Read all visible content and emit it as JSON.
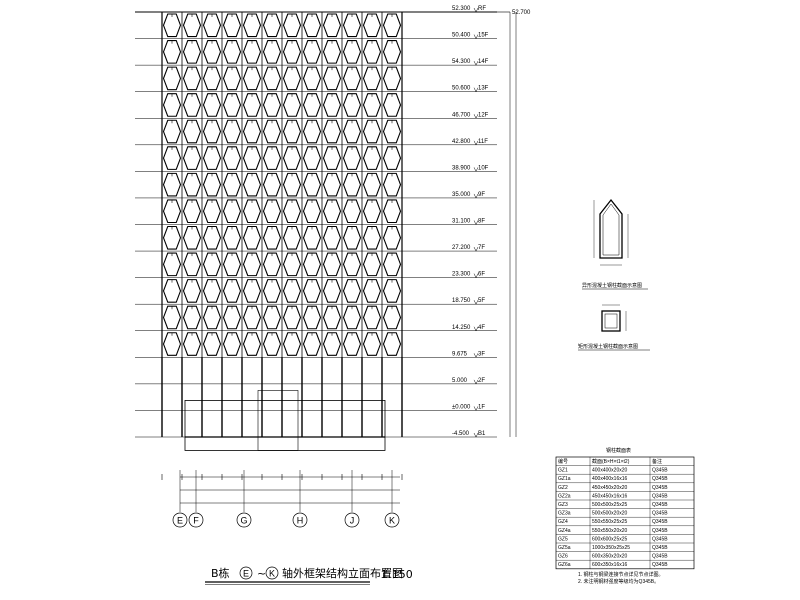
{
  "drawing": {
    "title_prefix": "B栋",
    "title_axis_start": "E",
    "title_sep": "~",
    "title_axis_end": "K",
    "title_text": "轴外框架结构立面布置图",
    "scale": "1:150"
  },
  "top_elevation": "52.700",
  "levels": [
    {
      "label": "RF",
      "elev": "52.300"
    },
    {
      "label": "15F",
      "elev": "50.400"
    },
    {
      "label": "14F",
      "elev": "54.300"
    },
    {
      "label": "13F",
      "elev": "50.600"
    },
    {
      "label": "12F",
      "elev": "46.700"
    },
    {
      "label": "11F",
      "elev": "42.800"
    },
    {
      "label": "10F",
      "elev": "38.900"
    },
    {
      "label": "9F",
      "elev": "35.000"
    },
    {
      "label": "8F",
      "elev": "31.100"
    },
    {
      "label": "7F",
      "elev": "27.200"
    },
    {
      "label": "6F",
      "elev": "23.300"
    },
    {
      "label": "5F",
      "elev": "18.750"
    },
    {
      "label": "4F",
      "elev": "14.250"
    },
    {
      "label": "3F",
      "elev": "9.675"
    },
    {
      "label": "2F",
      "elev": "5.000"
    },
    {
      "label": "1F",
      "elev": "±0.000"
    },
    {
      "label": "B1",
      "elev": "-4.500"
    }
  ],
  "axes": [
    "E",
    "F",
    "G",
    "H",
    "J",
    "K"
  ],
  "section_labels": {
    "section1": "异形混凝土钢柱截面示意图",
    "section2": "矩形混凝土钢柱截面示意图"
  },
  "schedule": {
    "title": "钢柱截面表",
    "headers": [
      "编号",
      "截面(B×H×t1×t2)",
      "备注"
    ],
    "rows": [
      [
        "GZ1",
        "400x400x20x20",
        "Q345B"
      ],
      [
        "GZ1a",
        "400x400x16x16",
        "Q345B"
      ],
      [
        "GZ2",
        "450x450x20x20",
        "Q345B"
      ],
      [
        "GZ2a",
        "450x450x16x16",
        "Q345B"
      ],
      [
        "GZ3",
        "500x500x25x25",
        "Q345B"
      ],
      [
        "GZ3a",
        "500x500x20x20",
        "Q345B"
      ],
      [
        "GZ4",
        "550x550x25x25",
        "Q345B"
      ],
      [
        "GZ4a",
        "550x550x20x20",
        "Q345B"
      ],
      [
        "GZ5",
        "600x600x25x25",
        "Q345B"
      ],
      [
        "GZ5a",
        "1000x350x25x25",
        "Q345B"
      ],
      [
        "GZ6",
        "600x350x20x20",
        "Q345B"
      ],
      [
        "GZ6a",
        "600x350x16x16",
        "Q345B"
      ]
    ]
  },
  "notes": [
    "1. 钢柱与钢梁连接节点详见节点详图。",
    "2. 未注明钢材强度等级均为Q345B。"
  ]
}
